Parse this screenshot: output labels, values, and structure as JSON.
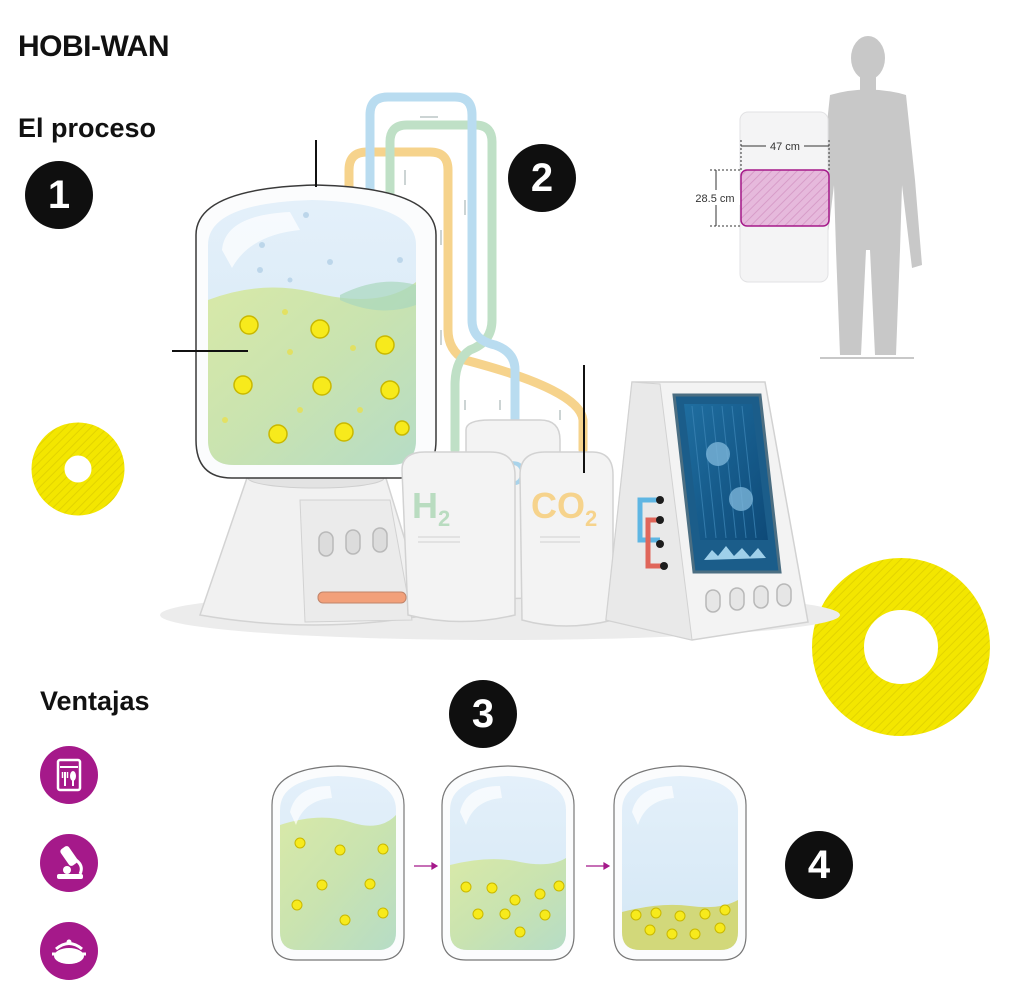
{
  "title": "HOBI-WAN",
  "section_process": "El proceso",
  "section_advantages": "Ventajas",
  "steps": [
    "1",
    "2",
    "3",
    "4"
  ],
  "gases": {
    "h2": {
      "base": "H",
      "sub": "2"
    },
    "co2": {
      "base": "CO",
      "sub": "2"
    },
    "o2_partial": "O"
  },
  "dimensions": {
    "width": "47 cm",
    "height": "28.5 cm"
  },
  "icons": [
    "food-icon",
    "microscope-icon",
    "cooking-pot-icon"
  ],
  "colors": {
    "accent_magenta": "#a5198a",
    "yellow": "#f3e600",
    "h2_green": "#b9dcc0",
    "co2_orange": "#f6d38c",
    "o2_blue": "#a9d3ea",
    "black": "#0f0f0f"
  }
}
